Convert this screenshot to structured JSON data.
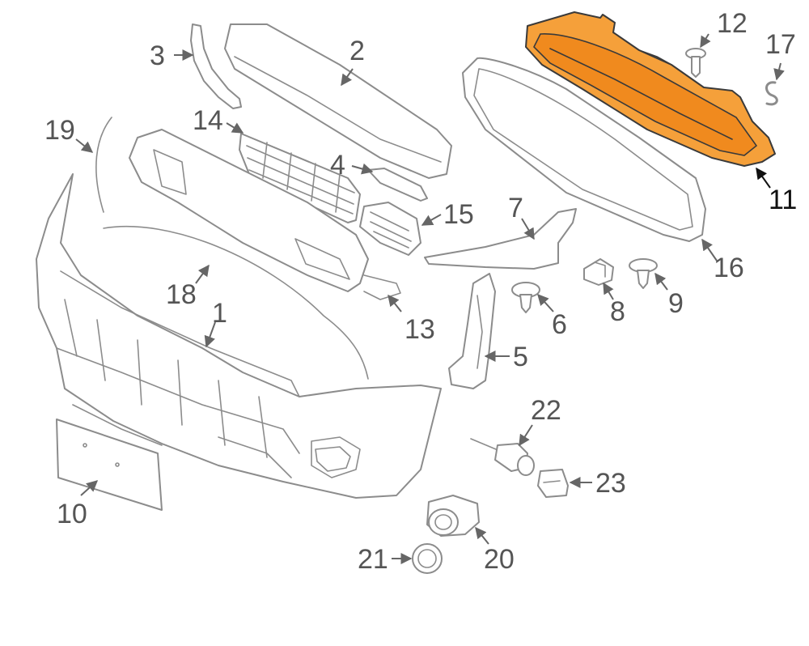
{
  "diagram": {
    "highlight_color": "#f5a03a",
    "line_color": "#8c8c8c",
    "callouts": [
      {
        "id": "1",
        "label": "1"
      },
      {
        "id": "2",
        "label": "2"
      },
      {
        "id": "3",
        "label": "3"
      },
      {
        "id": "4",
        "label": "4"
      },
      {
        "id": "5",
        "label": "5"
      },
      {
        "id": "6",
        "label": "6"
      },
      {
        "id": "7",
        "label": "7"
      },
      {
        "id": "8",
        "label": "8"
      },
      {
        "id": "9",
        "label": "9"
      },
      {
        "id": "10",
        "label": "10"
      },
      {
        "id": "11",
        "label": "11",
        "highlighted": true
      },
      {
        "id": "12",
        "label": "12"
      },
      {
        "id": "13",
        "label": "13"
      },
      {
        "id": "14",
        "label": "14"
      },
      {
        "id": "15",
        "label": "15"
      },
      {
        "id": "16",
        "label": "16"
      },
      {
        "id": "17",
        "label": "17"
      },
      {
        "id": "18",
        "label": "18"
      },
      {
        "id": "19",
        "label": "19"
      },
      {
        "id": "20",
        "label": "20"
      },
      {
        "id": "21",
        "label": "21"
      },
      {
        "id": "22",
        "label": "22"
      },
      {
        "id": "23",
        "label": "23"
      }
    ]
  }
}
